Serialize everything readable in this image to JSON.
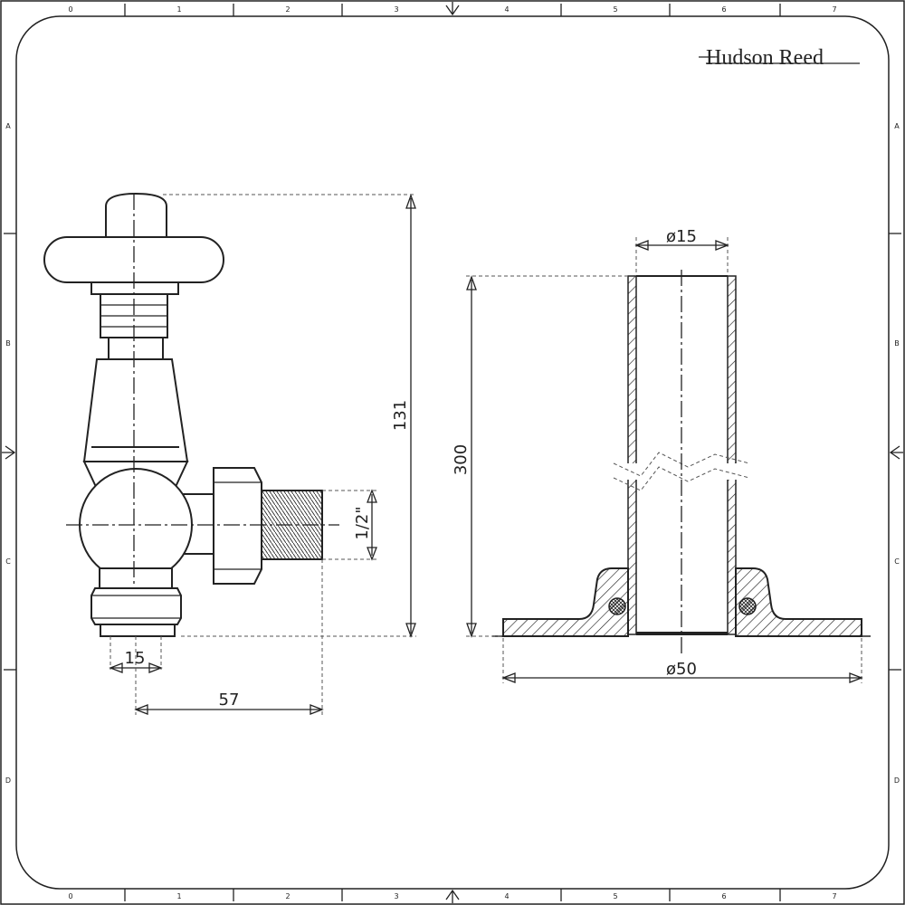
{
  "brand": {
    "name": "Hudson Reed"
  },
  "ruler": {
    "columns": [
      "0",
      "1",
      "2",
      "3",
      "4",
      "5",
      "6",
      "7"
    ],
    "rows": [
      "A",
      "B",
      "C",
      "D"
    ]
  },
  "valve": {
    "height_label": "131",
    "thread_label": "1/2\"",
    "base_label": "15",
    "projection_label": "57"
  },
  "pipe": {
    "diameter_label": "ø15",
    "length_label": "300",
    "flange_label": "ø50"
  },
  "colors": {
    "line": "#222222",
    "background": "#ffffff"
  }
}
